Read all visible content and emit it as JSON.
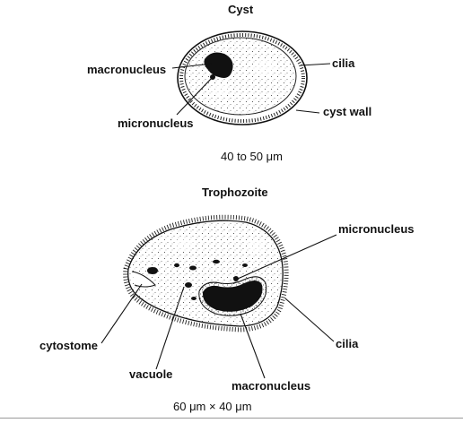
{
  "cyst": {
    "title": "Cyst",
    "labels": {
      "macronucleus": "macronucleus",
      "micronucleus": "micronucleus",
      "cilia": "cilia",
      "cyst_wall": "cyst wall"
    },
    "size": "40 to 50 μm"
  },
  "trophozoite": {
    "title": "Trophozoite",
    "labels": {
      "micronucleus": "micronucleus",
      "cytostome": "cytostome",
      "vacuole": "vacuole",
      "macronucleus": "macronucleus",
      "cilia": "cilia"
    },
    "size": "60 μm × 40 μm"
  }
}
